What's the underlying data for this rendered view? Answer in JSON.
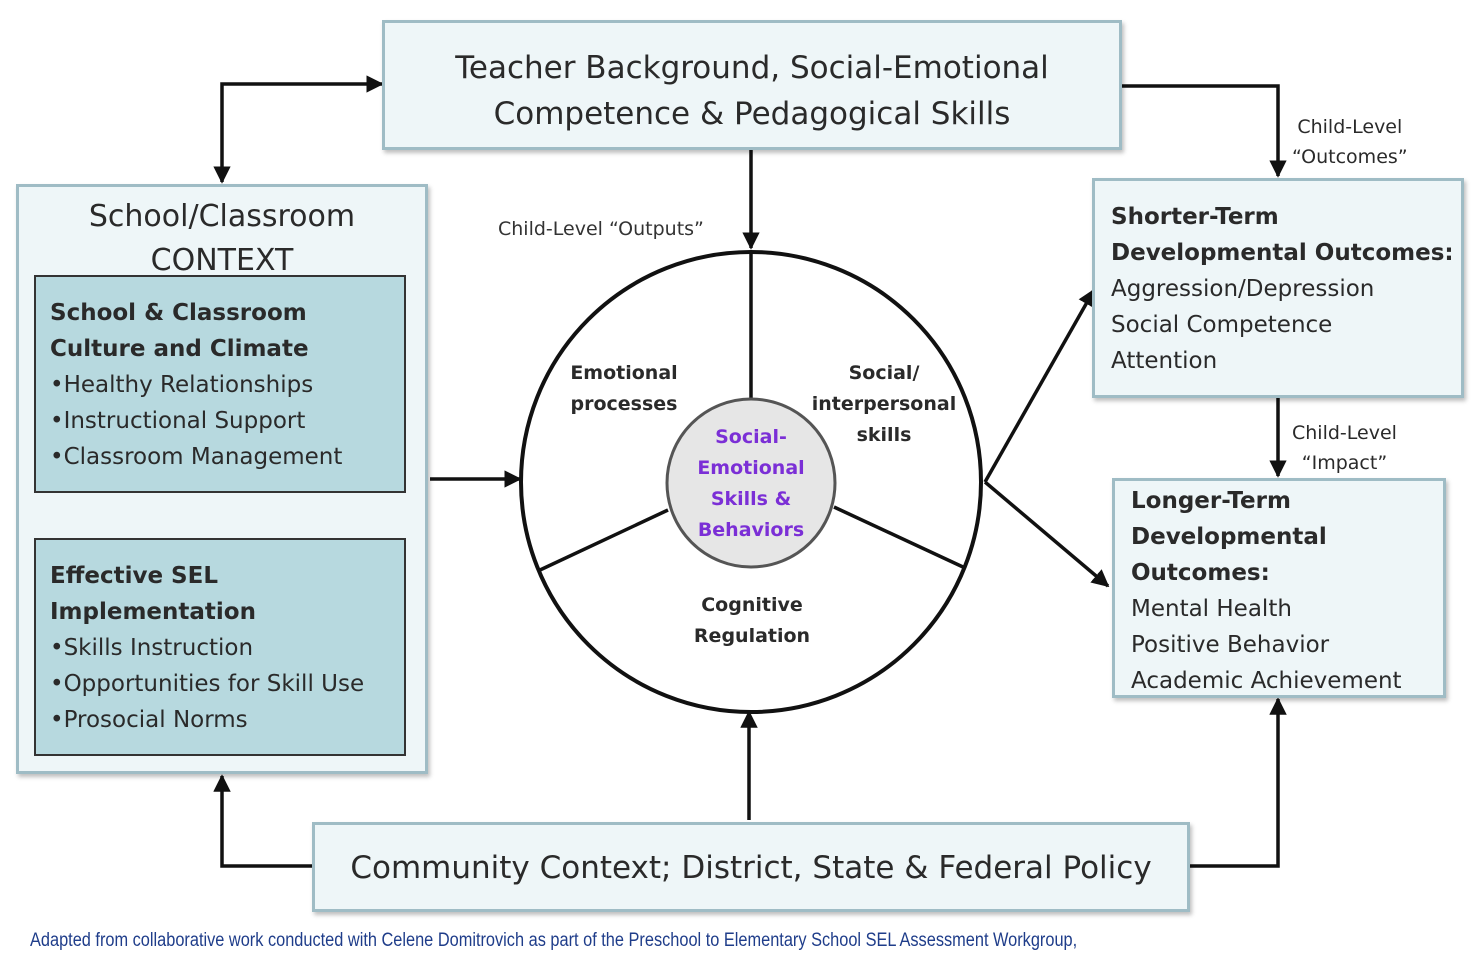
{
  "teacher": {
    "lines": [
      "Teacher Background, Social-Emotional",
      "Competence & Pedagogical Skills"
    ]
  },
  "school": {
    "title_lines": [
      "School/Classroom",
      "CONTEXT"
    ],
    "culture": {
      "heading_lines": [
        "School & Classroom",
        "Culture and Climate"
      ],
      "items": [
        "•Healthy Relationships",
        "•Instructional Support",
        "•Classroom Management"
      ]
    },
    "sel": {
      "heading_lines": [
        "Effective SEL",
        "Implementation"
      ],
      "items": [
        "•Skills Instruction",
        "•Opportunities for Skill Use",
        "•Prosocial Norms"
      ]
    }
  },
  "community": {
    "text": "Community Context; District, State & Federal Policy"
  },
  "shorter": {
    "heading_lines": [
      "Shorter-Term",
      "Developmental Outcomes:"
    ],
    "items": [
      "Aggression/Depression",
      "Social Competence",
      "Attention"
    ]
  },
  "longer": {
    "heading_lines": [
      "Longer-Term",
      "Developmental",
      "Outcomes:"
    ],
    "items": [
      "Mental Health",
      "Positive Behavior",
      "Academic Achievement"
    ]
  },
  "labels": {
    "outputs": "Child-Level “Outputs”",
    "outcomes_lines": [
      "Child-Level",
      "“Outcomes”"
    ],
    "impact_lines": [
      "Child-Level",
      "“Impact”"
    ]
  },
  "circle": {
    "center_lines": [
      "Social-",
      "Emotional",
      "Skills &",
      "Behaviors"
    ],
    "emotional_lines": [
      "Emotional",
      "processes"
    ],
    "social_lines": [
      "Social/",
      "interpersonal",
      "skills"
    ],
    "cognitive_lines": [
      "Cognitive",
      "Regulation"
    ],
    "center_color": "#7b2fd6",
    "center_fill": "#e6e6e6"
  },
  "footnote": "Adapted from collaborative work conducted with Celene Domitrovich as part of the Preschool to Elementary School SEL Assessment Workgroup,"
}
